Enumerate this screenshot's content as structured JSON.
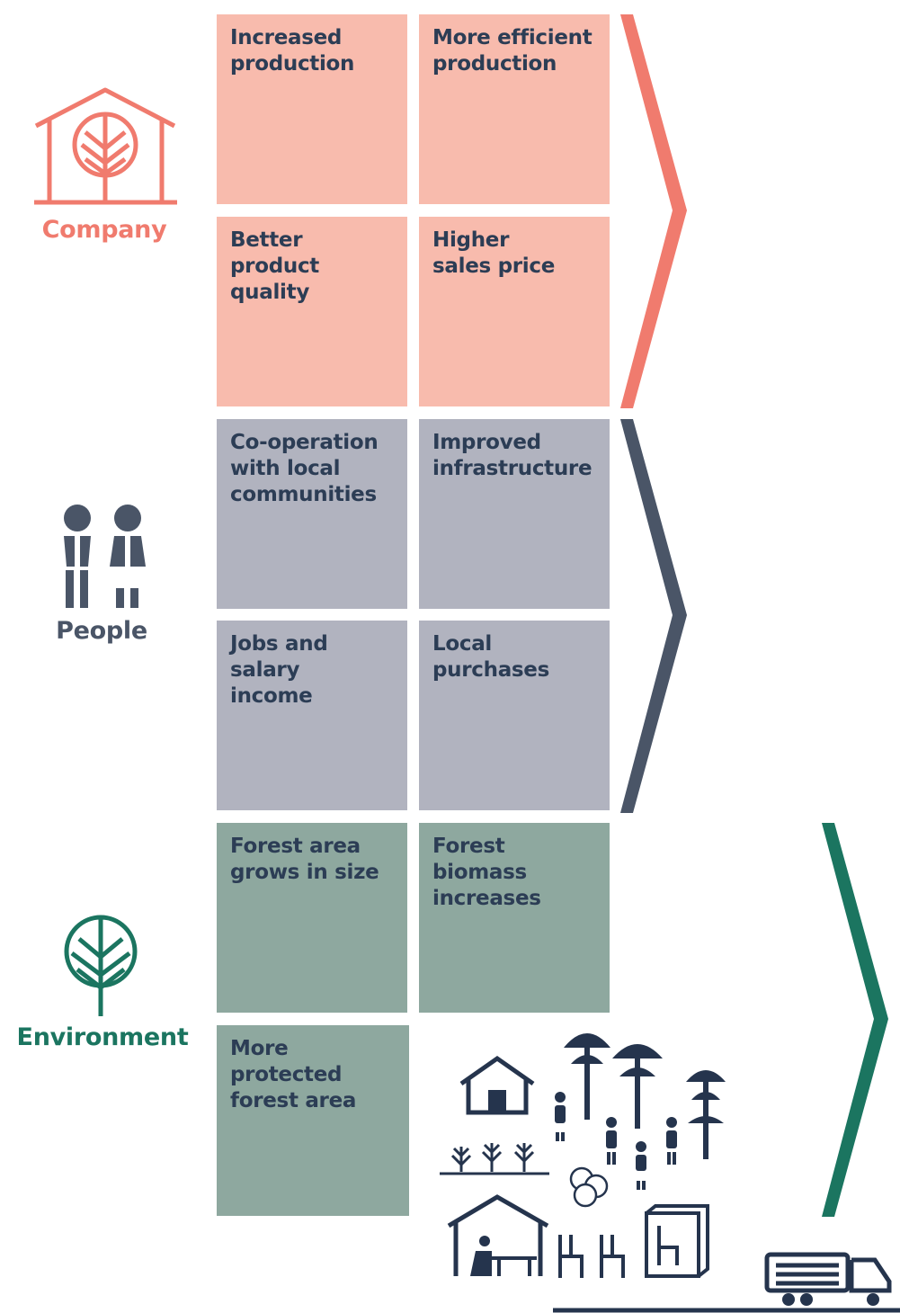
{
  "categories": {
    "company": {
      "label": "Company",
      "color": "#f07b6e",
      "cells": [
        "Increased\nproduction",
        "More efficient\nproduction",
        "Better\nproduct\nquality",
        "Higher\nsales price"
      ]
    },
    "people": {
      "label": "People",
      "color": "#4a5567",
      "cells": [
        "Co-operation\nwith local\ncommunities",
        "Improved\ninfrastructure",
        "Jobs and\nsalary\nincome",
        "Local\npurchases"
      ]
    },
    "environment": {
      "label": "Environment",
      "color": "#1b7560",
      "cells": [
        "Forest area\ngrows in size",
        "Forest\nbiomass\nincreases",
        "More\nprotected\nforest area"
      ]
    }
  },
  "colors": {
    "company_cell": "#f8bbad",
    "people_cell": "#b1b3bf",
    "environment_cell": "#8ea89f",
    "text": "#2c3d55",
    "illustration": "#25344d"
  },
  "icons": {
    "company": "house-with-tree-icon",
    "people": "two-people-icon",
    "environment": "tree-icon",
    "illustration": "village-forest-illustration"
  }
}
